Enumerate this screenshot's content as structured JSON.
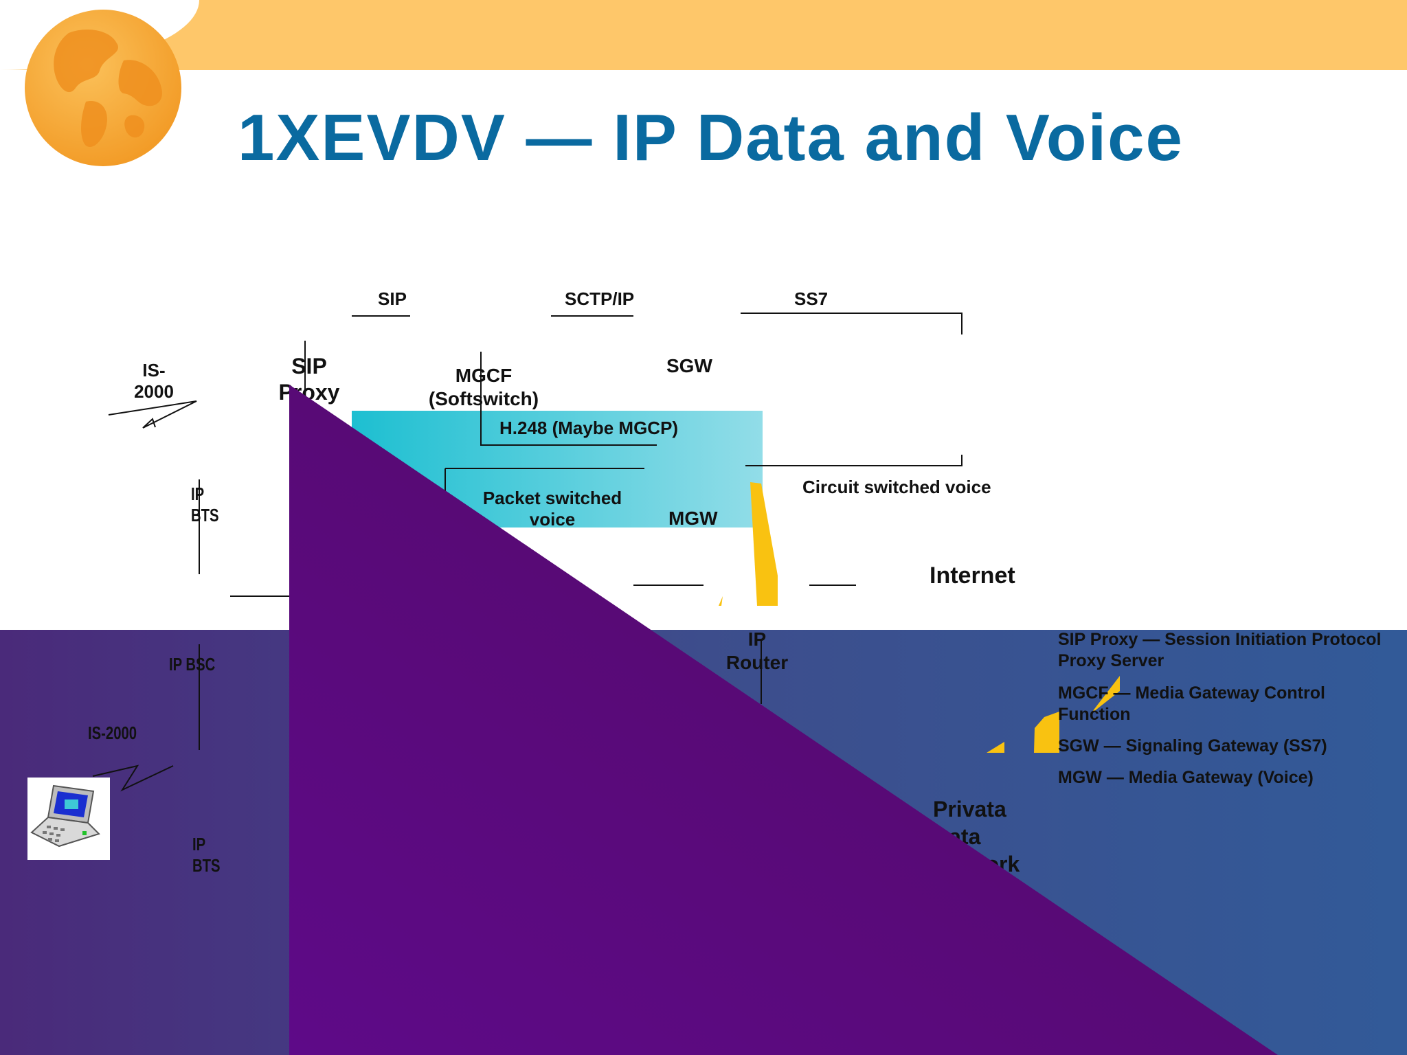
{
  "title": "1XEVDV — IP Data and Voice",
  "diagram": {
    "protocols": {
      "sip": "SIP",
      "sctp_ip": "SCTP/IP",
      "ss7": "SS7"
    },
    "nodes": {
      "is2000_top": "IS-\n2000",
      "sip_proxy": "SIP\nProxy",
      "mgcf": "MGCF\n(Softswitch)",
      "sgw": "SGW",
      "h248": "H.248 (Maybe MGCP)",
      "ip_bts_top": "IP\nBTS",
      "packet_voice": "Packet switched\nvoice",
      "mgw": "MGW",
      "circuit_voice": "Circuit switched voice",
      "internet": "Internet",
      "ip_router": "IP\nRouter",
      "ip_bsc": "IP BSC",
      "is2000_bottom": "IS-2000",
      "ip_bts_bottom": "IP\nBTS",
      "private_data": "Privata\nData\nNetwork"
    }
  },
  "glossary": [
    "SIP Proxy — Session Initiation Protocol Proxy Server",
    "MGCF — Media Gateway Control Function",
    "SGW — Signaling Gateway (SS7)",
    "MGW — Media Gateway (Voice)"
  ],
  "colors": {
    "title": "#0a6aa0",
    "top_bar": "#fec76a",
    "globe": "#f8a637",
    "teal": "#1dbfd1",
    "purple_overlay": "#55076a",
    "accent_yellow": "#f9c211",
    "band": "#3d4d8c"
  },
  "icons": [
    "globe-icon",
    "laptop-icon",
    "lightning-icon"
  ]
}
